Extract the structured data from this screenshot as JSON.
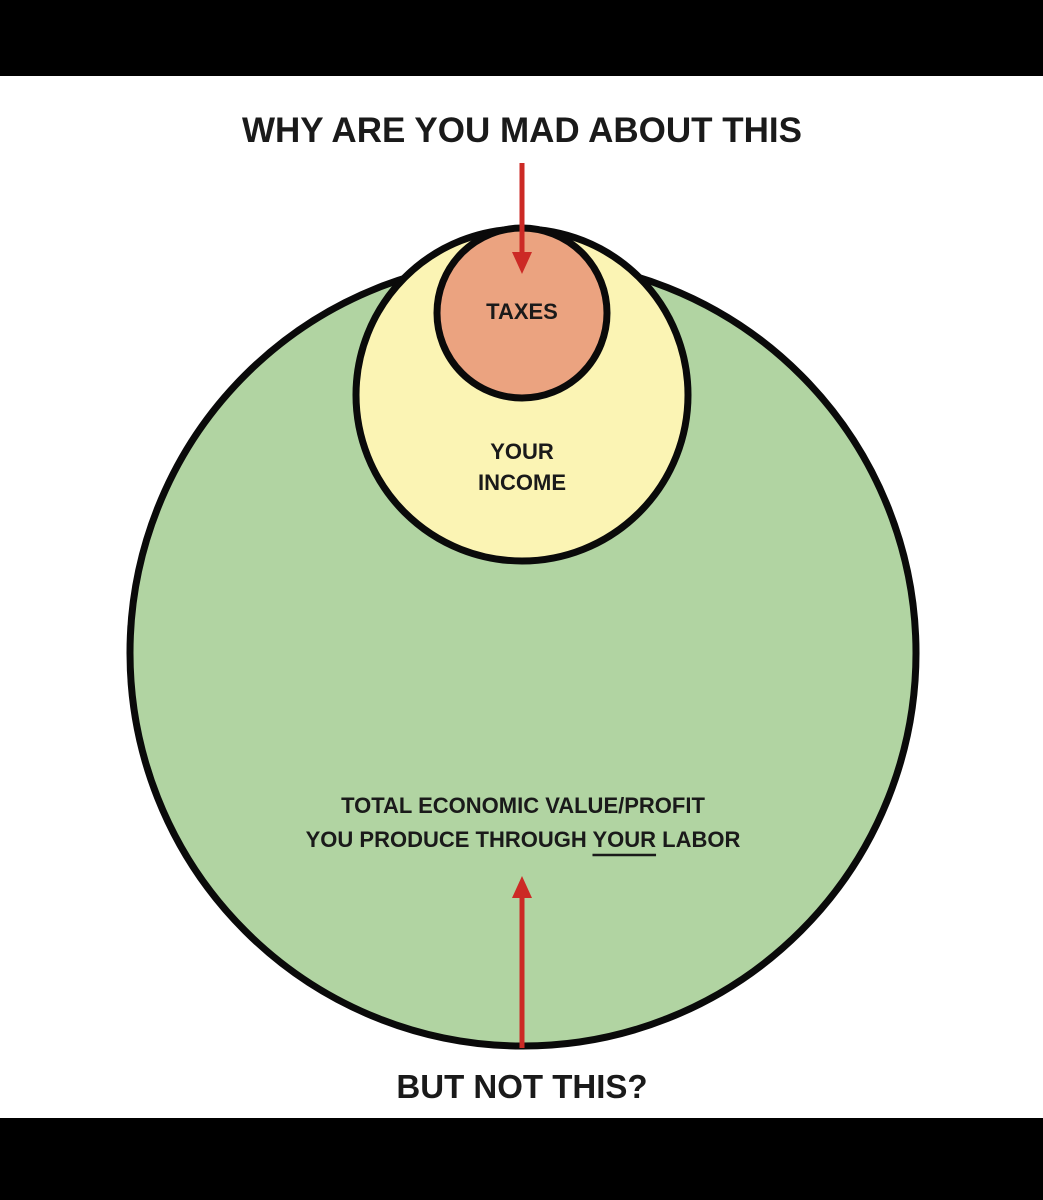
{
  "colors": {
    "page_bar": "#000000",
    "background": "#ffffff",
    "outline": "#0a0a0a",
    "labor_fill": "#b1d4a2",
    "income_fill": "#fbf4b4",
    "taxes_fill": "#eba380",
    "arrow": "#cc2a25",
    "text": "#1a1a1a"
  },
  "header": {
    "question": "WHY ARE YOU MAD ABOUT THIS"
  },
  "footer": {
    "question": "BUT NOT THIS?"
  },
  "diagram": {
    "taxes_label": "TAXES",
    "income_label_line1": "YOUR",
    "income_label_line2": "INCOME",
    "labor_label_line1": "TOTAL ECONOMIC VALUE/PROFIT",
    "labor_label_line2_prefix": "YOU PRODUCE THROUGH ",
    "labor_label_line2_emphasis": "YOUR",
    "labor_label_line2_suffix": " LABOR"
  }
}
